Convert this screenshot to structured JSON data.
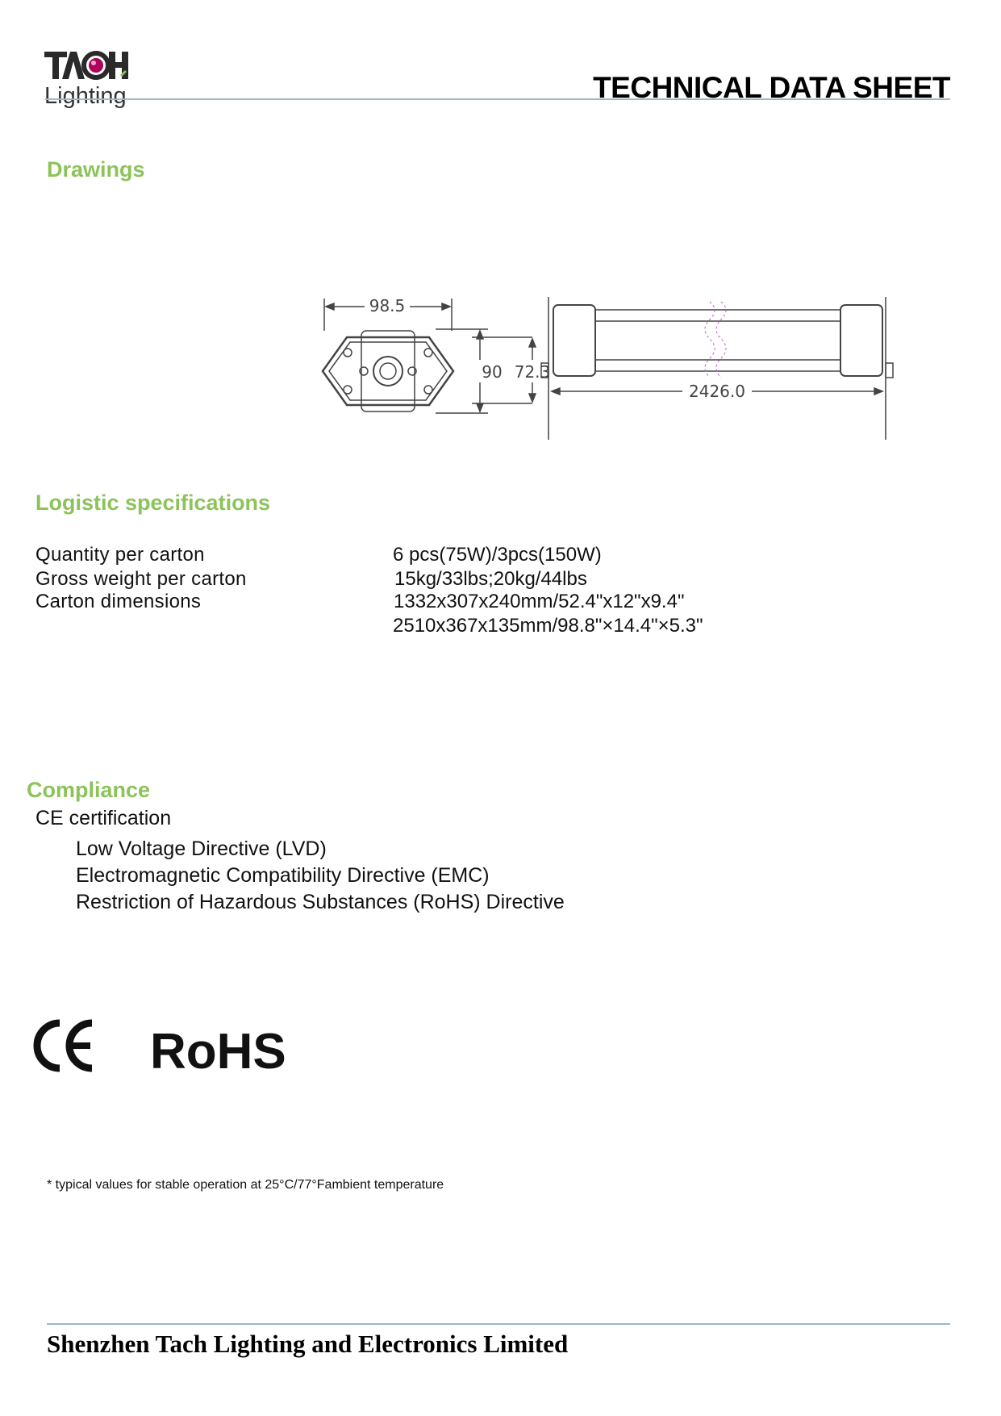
{
  "header": {
    "logo_alt": "TACH Lighting",
    "title": "TECHNICAL DATA SHEET"
  },
  "drawings": {
    "heading": "Drawings",
    "dimensions": {
      "width": "98.5",
      "height": "90",
      "tube_height": "72.3",
      "length": "2426.0"
    }
  },
  "logistics": {
    "heading": "Logistic specifications",
    "rows": [
      {
        "label": "Quantity per carton",
        "value": "6 pcs(75W)/3pcs(150W)"
      },
      {
        "label": "Gross weight per carton",
        "value": "15kg/33lbs;20kg/44lbs"
      },
      {
        "label": "Carton  dimensions",
        "value": "1332x307x240mm/52.4\"x12\"x9.4\""
      },
      {
        "label": "",
        "value": "2510x367x135mm/98.8\"×14.4\"×5.3\""
      }
    ]
  },
  "compliance": {
    "heading": "Compliance",
    "certification": "CE certification",
    "directives": [
      "Low Voltage Directive (LVD)",
      "Electromagnetic Compatibility Directive (EMC)",
      "Restriction of Hazardous Substances (RoHS) Directive"
    ],
    "marks": [
      "CE",
      "RoHS"
    ]
  },
  "footnote": "* typical values for stable operation at 25°C/77°Fambient temperature",
  "footer": {
    "company": "Shenzhen Tach Lighting and Electronics Limited"
  },
  "colors": {
    "accent_green": "#8cc35a",
    "rule_blue": "#9fb5c8",
    "logo_magenta": "#b0005a"
  }
}
